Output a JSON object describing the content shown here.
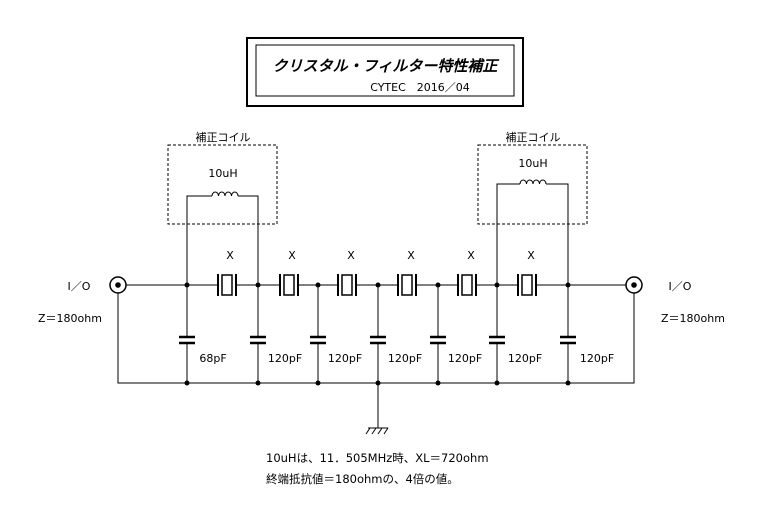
{
  "title": {
    "main": "クリスタル・フィルター特性補正",
    "sub": "CYTEC　2016／04"
  },
  "left_port": {
    "label": "I／O",
    "impedance": "Z＝180ohm"
  },
  "right_port": {
    "label": "I／O",
    "impedance": "Z＝180ohm"
  },
  "left_coil": {
    "box_label": "補正コイル",
    "value": "10uH"
  },
  "right_coil": {
    "box_label": "補正コイル",
    "value": "10uH"
  },
  "crystal_mark": "X",
  "crystals": [
    "X",
    "X",
    "X",
    "X",
    "X",
    "X"
  ],
  "capacitors": [
    "68pF",
    "120pF",
    "120pF",
    "120pF",
    "120pF",
    "120pF",
    "120pF"
  ],
  "notes": [
    "10uHは、11．505MHz時、XL＝720ohm",
    "終端抵抗値＝180ohmの、4倍の値。"
  ]
}
